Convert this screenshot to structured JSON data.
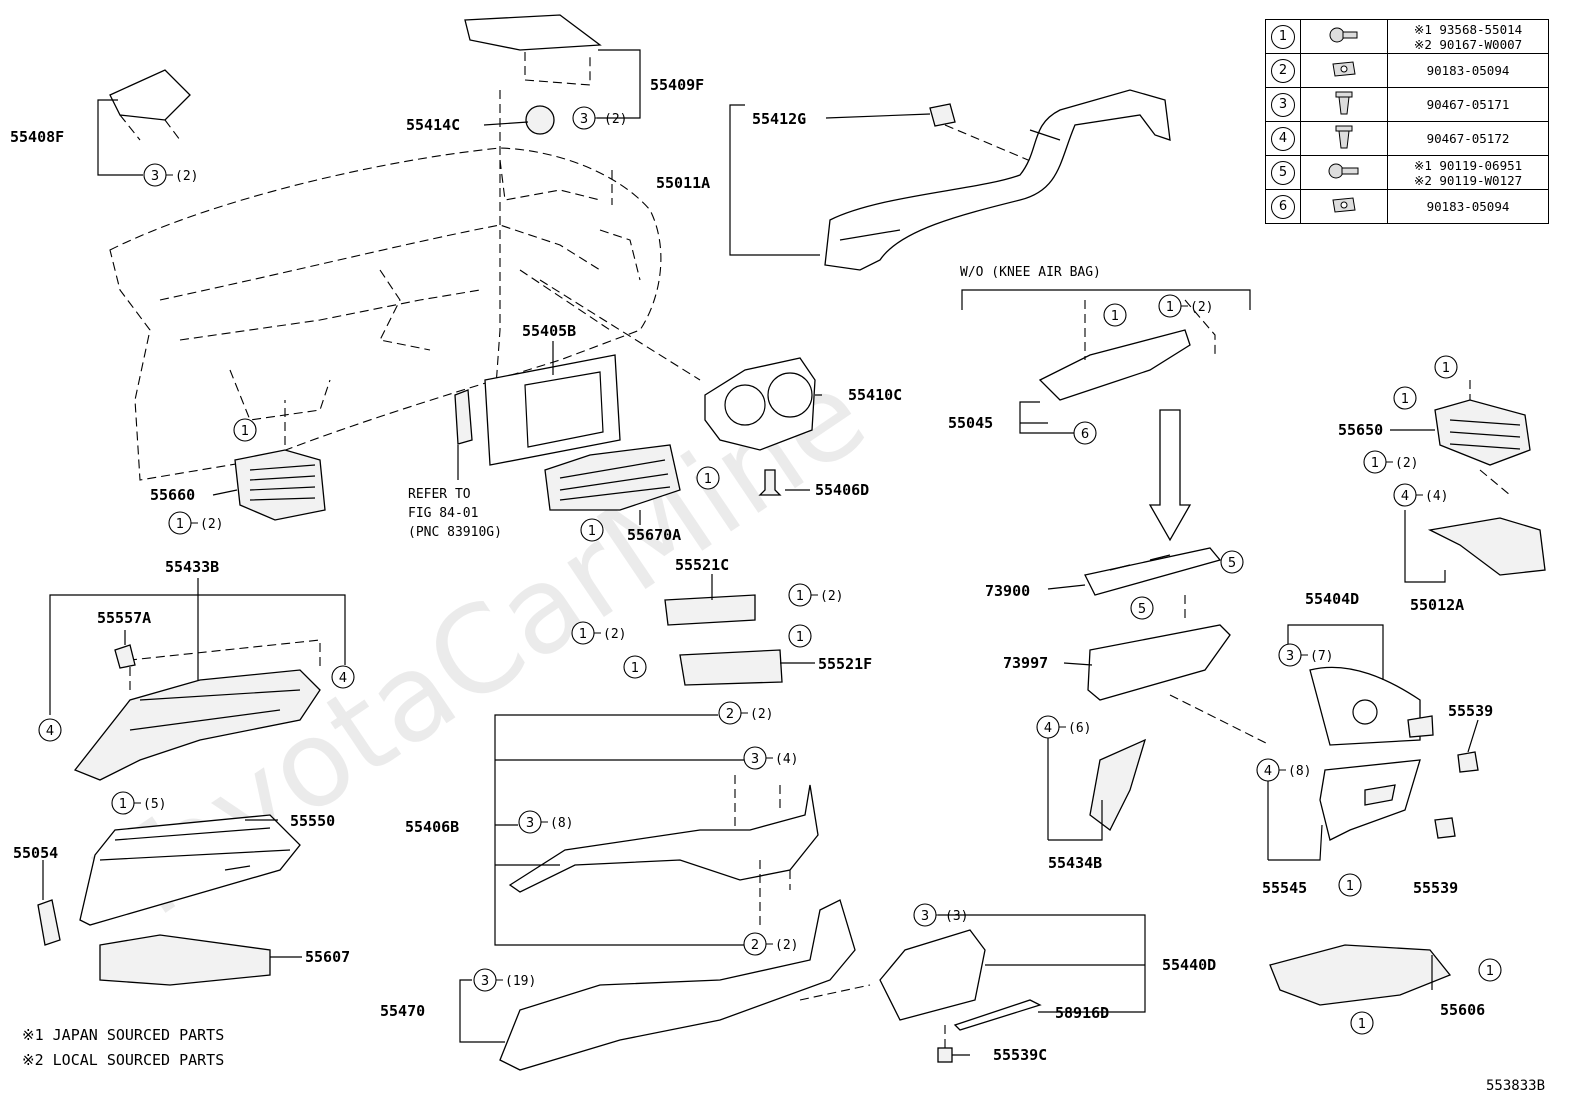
{
  "diagram_id": "553833B",
  "watermark": "ToyotaCarMine",
  "notes": [
    {
      "mark": "※1",
      "text": "JAPAN SOURCED PARTS"
    },
    {
      "mark": "※2",
      "text": "LOCAL SOURCED PARTS"
    }
  ],
  "section_label": "W/O (KNEE AIR BAG)",
  "refer": {
    "line1": "REFER TO",
    "line2": "FIG 84-01",
    "line3": "(PNC 83910G)"
  },
  "part_labels": {
    "p55408F": "55408F",
    "p55409F": "55409F",
    "p55414C": "55414C",
    "p55412G": "55412G",
    "p55011A": "55011A",
    "p55405B": "55405B",
    "p55410C": "55410C",
    "p55406D": "55406D",
    "p55660": "55660",
    "p55670A": "55670A",
    "p55433B": "55433B",
    "p55557A": "55557A",
    "p55521C": "55521C",
    "p55521F": "55521F",
    "p55045": "55045",
    "p55650": "55650",
    "p55012A": "55012A",
    "p73900": "73900",
    "p73997": "73997",
    "p55404D": "55404D",
    "p55539a": "55539",
    "p55539b": "55539",
    "p55550": "55550",
    "p55054": "55054",
    "p55607": "55607",
    "p55406B": "55406B",
    "p55434B": "55434B",
    "p55545": "55545",
    "p55470": "55470",
    "p55440D": "55440D",
    "p58916D": "58916D",
    "p55539C": "55539C",
    "p55606": "55606"
  },
  "callouts": [
    {
      "id": "c1",
      "num": "3",
      "qty": "(2)"
    },
    {
      "id": "c2",
      "num": "3",
      "qty": "(2)"
    },
    {
      "id": "c3",
      "num": "1",
      "qty": ""
    },
    {
      "id": "c4",
      "num": "1",
      "qty": "(2)"
    },
    {
      "id": "c5",
      "num": "1",
      "qty": ""
    },
    {
      "id": "c6",
      "num": "1",
      "qty": ""
    },
    {
      "id": "c7",
      "num": "1",
      "qty": ""
    },
    {
      "id": "c8",
      "num": "1",
      "qty": "(2)"
    },
    {
      "id": "c9",
      "num": "6",
      "qty": ""
    },
    {
      "id": "c10",
      "num": "1",
      "qty": ""
    },
    {
      "id": "c11",
      "num": "1",
      "qty": ""
    },
    {
      "id": "c12",
      "num": "1",
      "qty": "(2)"
    },
    {
      "id": "c13",
      "num": "4",
      "qty": "(4)"
    },
    {
      "id": "c14",
      "num": "1",
      "qty": "(2)"
    },
    {
      "id": "c15",
      "num": "1",
      "qty": "(2)"
    },
    {
      "id": "c16",
      "num": "1",
      "qty": ""
    },
    {
      "id": "c17",
      "num": "1",
      "qty": ""
    },
    {
      "id": "c18",
      "num": "4",
      "qty": ""
    },
    {
      "id": "c19",
      "num": "4",
      "qty": ""
    },
    {
      "id": "c20",
      "num": "1",
      "qty": "(5)"
    },
    {
      "id": "c21",
      "num": "5",
      "qty": ""
    },
    {
      "id": "c22",
      "num": "5",
      "qty": ""
    },
    {
      "id": "c23",
      "num": "3",
      "qty": "(7)"
    },
    {
      "id": "c24",
      "num": "2",
      "qty": "(2)"
    },
    {
      "id": "c25",
      "num": "3",
      "qty": "(4)"
    },
    {
      "id": "c26",
      "num": "3",
      "qty": "(8)"
    },
    {
      "id": "c27",
      "num": "2",
      "qty": "(2)"
    },
    {
      "id": "c28",
      "num": "4",
      "qty": "(6)"
    },
    {
      "id": "c29",
      "num": "4",
      "qty": "(8)"
    },
    {
      "id": "c30",
      "num": "1",
      "qty": ""
    },
    {
      "id": "c31",
      "num": "3",
      "qty": "(3)"
    },
    {
      "id": "c32",
      "num": "3",
      "qty": "(19)"
    },
    {
      "id": "c33",
      "num": "1",
      "qty": ""
    },
    {
      "id": "c34",
      "num": "1",
      "qty": ""
    }
  ],
  "legend": [
    {
      "num": "1",
      "icon": "screw-icon",
      "parts": [
        "※1 93568-55014",
        "※2 90167-W0007"
      ]
    },
    {
      "num": "2",
      "icon": "nut-clip-icon",
      "parts": [
        "90183-05094"
      ]
    },
    {
      "num": "3",
      "icon": "push-clip-icon",
      "parts": [
        "90467-05171"
      ]
    },
    {
      "num": "4",
      "icon": "push-clip-icon",
      "parts": [
        "90467-05172"
      ]
    },
    {
      "num": "5",
      "icon": "bolt-washer-icon",
      "parts": [
        "※1 90119-06951",
        "※2 90119-W0127"
      ]
    },
    {
      "num": "6",
      "icon": "nut-clip-icon",
      "parts": [
        "90183-05094"
      ]
    }
  ]
}
